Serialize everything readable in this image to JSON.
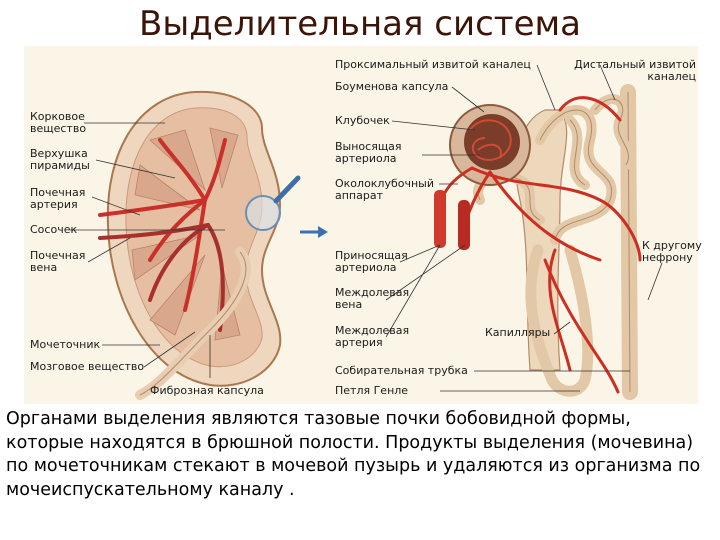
{
  "title": "Выделительная система",
  "labels": {
    "cortex": [
      "Корковое",
      "вещество"
    ],
    "pyramid_apex": [
      "Верхушка",
      "пирамиды"
    ],
    "renal_artery": [
      "Почечная",
      "артерия"
    ],
    "papilla": [
      "Сосочек"
    ],
    "renal_vein": [
      "Почечная",
      "вена"
    ],
    "ureter": [
      "Мочеточник"
    ],
    "medulla": [
      "Мозговое вещество"
    ],
    "fibrous_capsule": [
      "Фиброзная капсула"
    ],
    "proximal_tubule": [
      "Проксимальный извитой каналец"
    ],
    "distal_tubule": [
      "Дистальный извитой",
      "каналец"
    ],
    "bowman_capsule": [
      "Боуменова капсула"
    ],
    "glomerulus": [
      "Клубочек"
    ],
    "efferent_arteriole": [
      "Выносящая",
      "артериола"
    ],
    "juxtaglomerular": [
      "Околоклубочный",
      "аппарат"
    ],
    "other_nephron": [
      "К другому",
      "нефрону"
    ],
    "afferent_arteriole": [
      "Приносящая",
      "артериола"
    ],
    "interlobar_vein": [
      "Междолевая",
      "вена"
    ],
    "interlobar_artery": [
      "Междолевая",
      "артерия"
    ],
    "capillaries": [
      "Капилляры"
    ],
    "collecting_duct": [
      "Собирательная трубка"
    ],
    "henle_loop": [
      "Петля Генле"
    ]
  },
  "caption": "Органами выделения являются тазовые почки бобовидной формы, которые находятся в брюшной полости. Продукты выделения (мочевина) по мочеточникам стекают в мочевой пузырь и удаляются из организма по мочеиспускательному каналу .",
  "colors": {
    "background": "#fbf5e8",
    "vessel": "#d23a24",
    "tubule": "#e2c8a6",
    "title": "#3a1508"
  }
}
